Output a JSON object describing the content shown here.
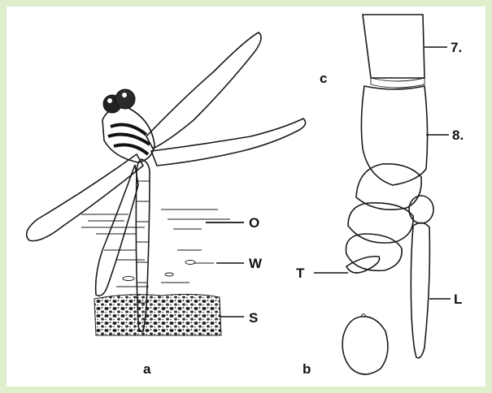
{
  "figure": {
    "panel_labels": {
      "a": "a",
      "b": "b",
      "c": "c"
    },
    "callouts": {
      "O": "O",
      "W": "W",
      "S": "S",
      "T": "T",
      "L": "L",
      "seg7": "7.",
      "seg8": "8."
    }
  },
  "colors": {
    "frame": "#dfeecb",
    "ink": "#1a1a1a",
    "paper": "#ffffff"
  }
}
